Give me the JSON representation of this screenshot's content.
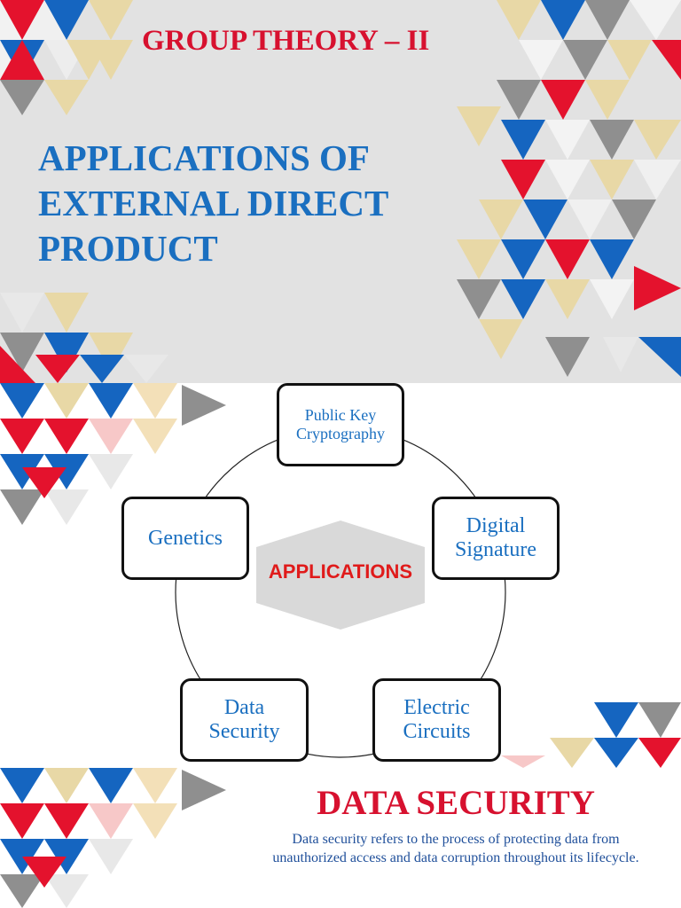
{
  "slide1": {
    "subtitle": "GROUP THEORY – II",
    "title": "APPLICATIONS OF EXTERNAL DIRECT PRODUCT"
  },
  "diagram": {
    "center": "APPLICATIONS",
    "nodes": [
      {
        "id": "public-key",
        "label": "Public Key\nCryptography"
      },
      {
        "id": "genetics",
        "label": "Genetics"
      },
      {
        "id": "digital-signature",
        "label": "Digital\nSignature"
      },
      {
        "id": "data-security",
        "label": "Data\nSecurity"
      },
      {
        "id": "electric-circuits",
        "label": "Electric\nCircuits"
      }
    ]
  },
  "slide3": {
    "heading": "DATA SECURITY",
    "body": "Data security refers to the process of protecting data from unauthorized access and data corruption throughout its lifecycle."
  },
  "colors": {
    "red": "#e4122d",
    "blue": "#1565c0",
    "gray": "#8f8f8f",
    "beige": "#e8d8a6",
    "title_red": "#d7112f",
    "title_blue": "#1a6fc0"
  }
}
